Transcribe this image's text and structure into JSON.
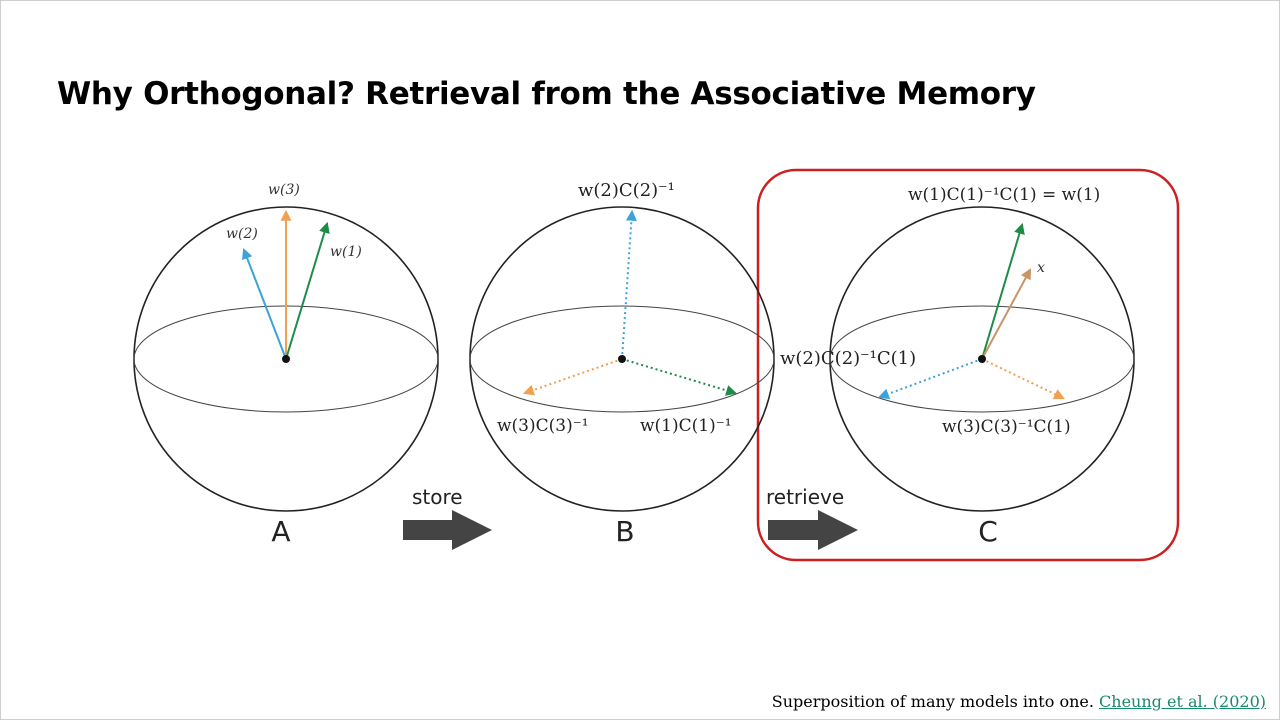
{
  "slide": {
    "title": "Why Orthogonal? Retrieval from the Associative Memory",
    "caption_text": "Superposition of many models into one.",
    "caption_link": "Cheung et al. (2020)"
  },
  "diagram": {
    "panels": [
      {
        "letter": "A",
        "labels": {
          "w3": "w(3)",
          "w2": "w(2)",
          "w1": "w(1)"
        }
      },
      {
        "letter": "B",
        "labels": {
          "w2": "w(2)C(2)⁻¹",
          "w3": "w(3)C(3)⁻¹",
          "w1": "w(1)C(1)⁻¹"
        }
      },
      {
        "letter": "C",
        "labels": {
          "w1": "w(1)C(1)⁻¹C(1) = w(1)",
          "x": "x",
          "w2": "w(2)C(2)⁻¹C(1)",
          "w3": "w(3)C(3)⁻¹C(1)"
        }
      }
    ],
    "steps": {
      "store": "store",
      "retrieve": "retrieve"
    },
    "colors": {
      "blue": "#3ba3d9",
      "orange": "#f0a050",
      "green": "#1e8c47",
      "tan": "#c99466",
      "highlight": "#cc1f1f"
    }
  }
}
